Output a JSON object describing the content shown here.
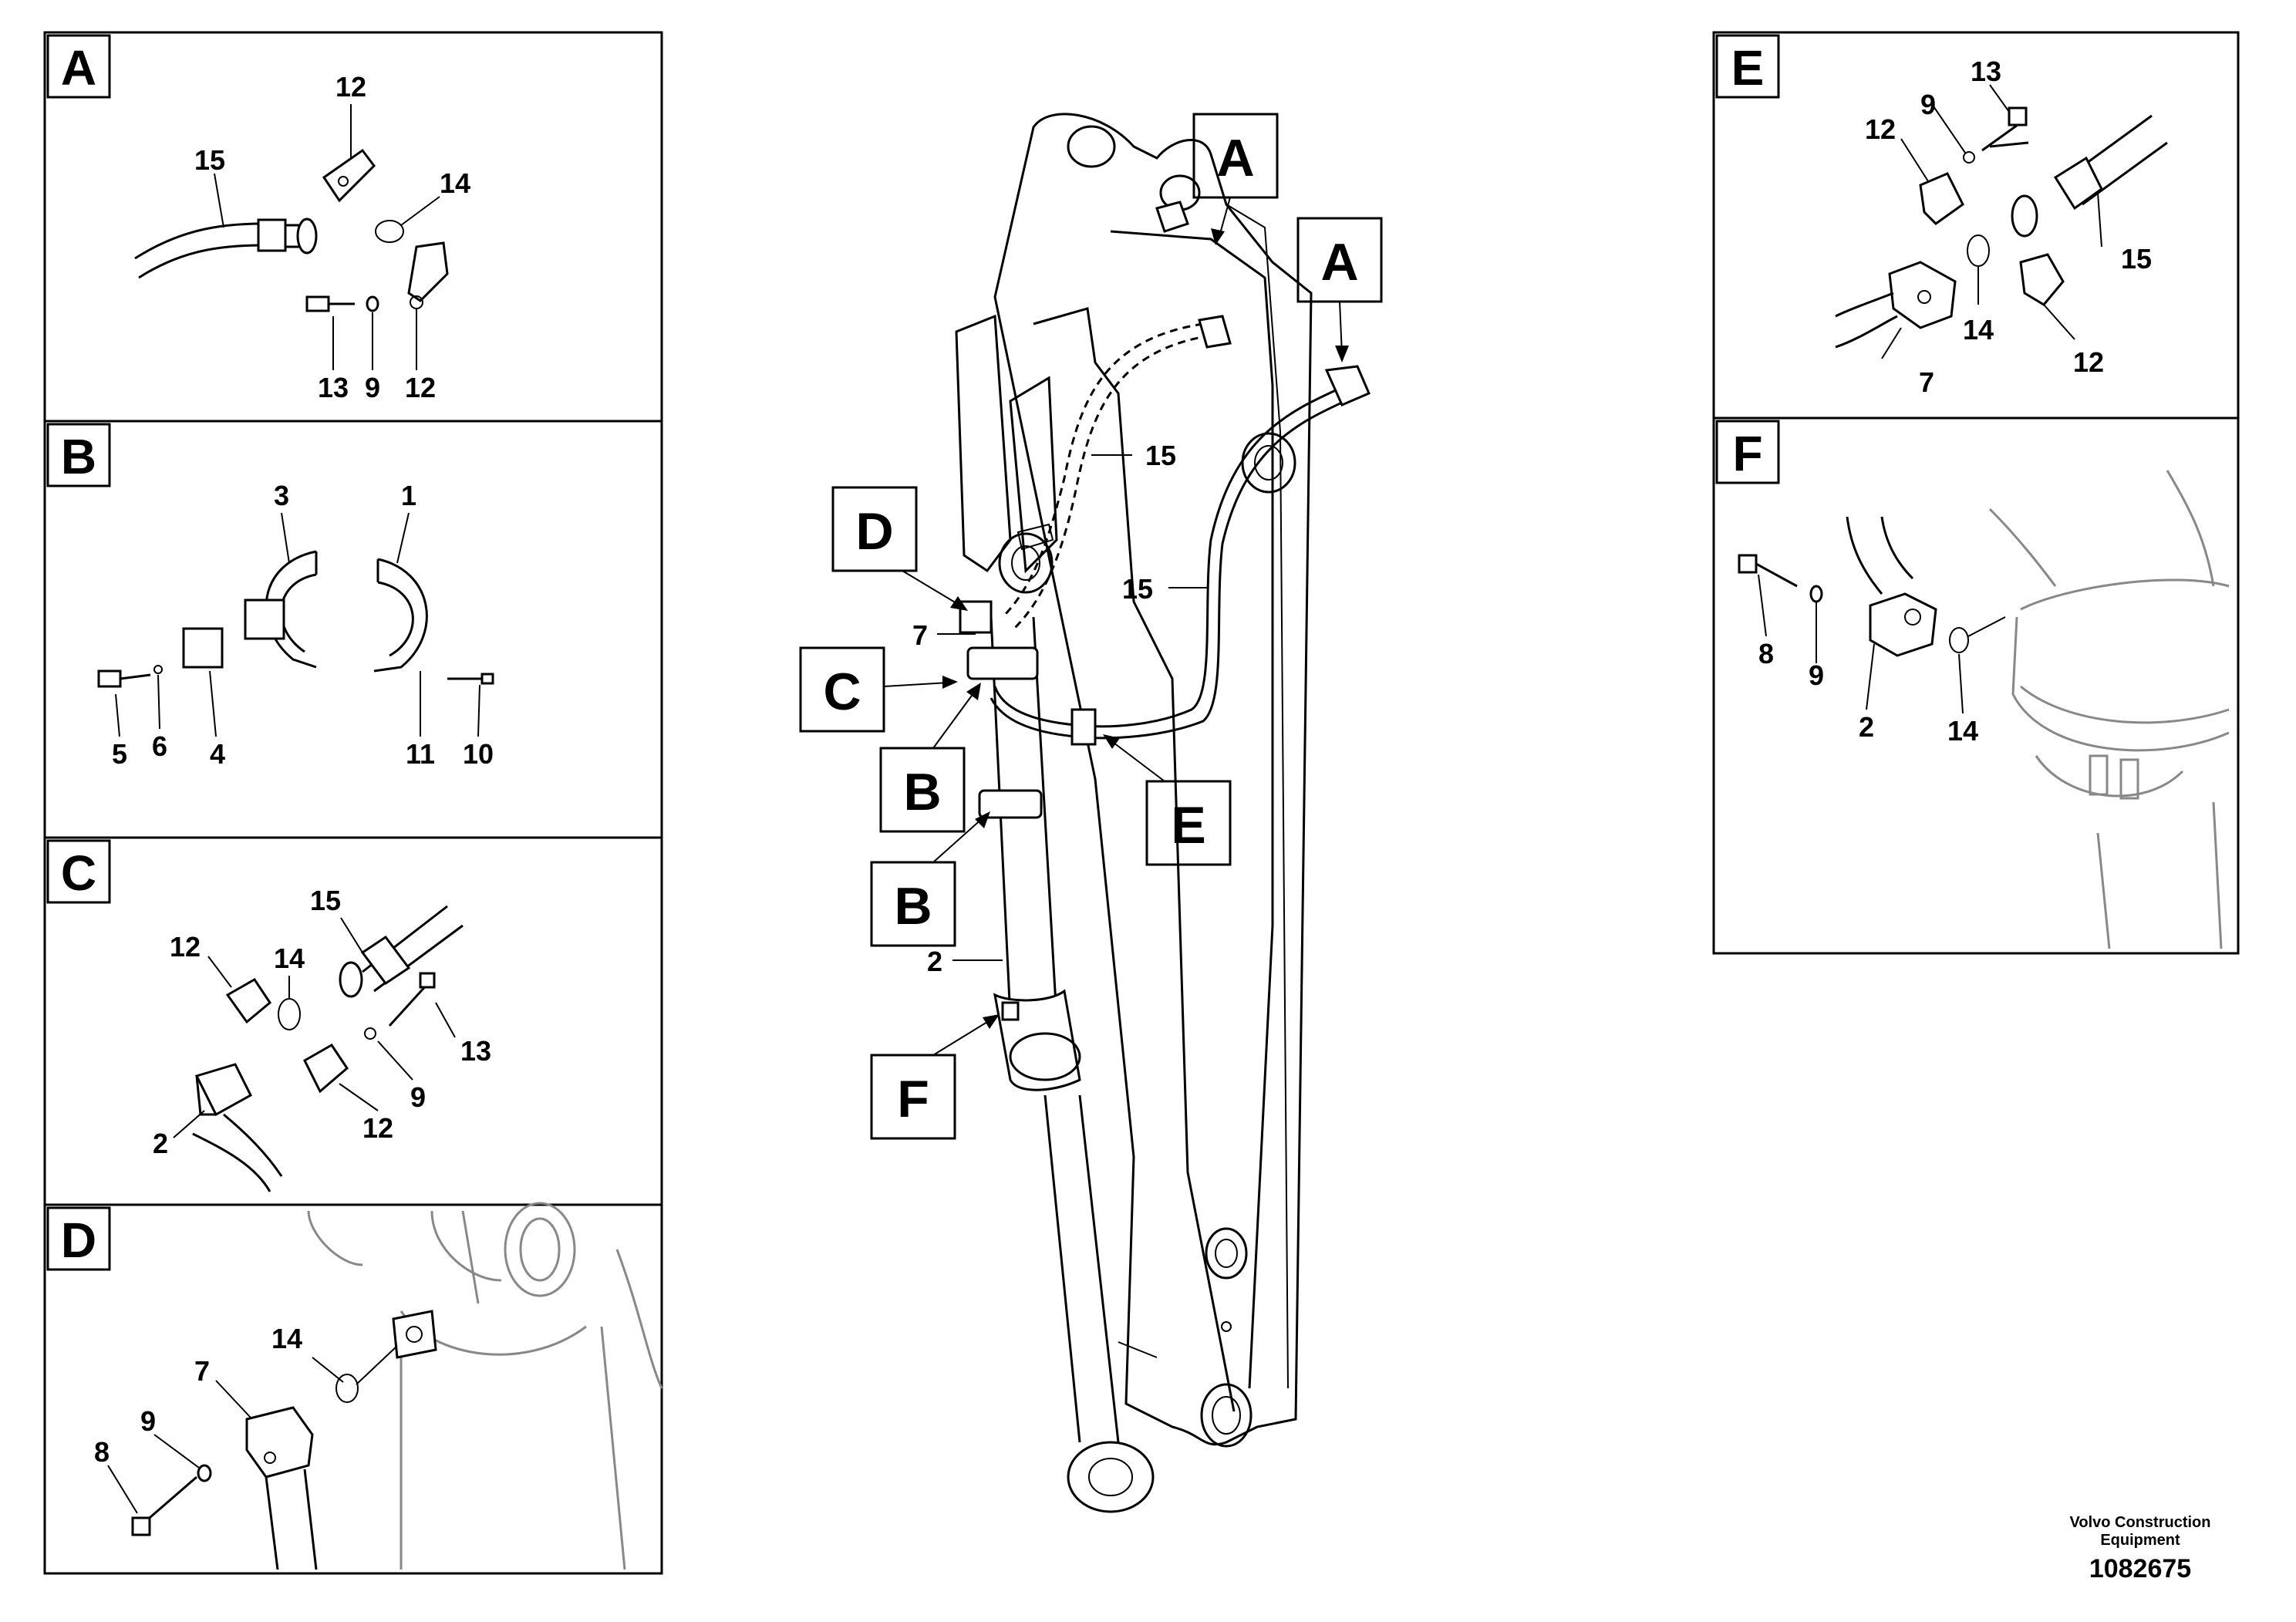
{
  "panels": {
    "A": {
      "letter": "A",
      "labels": [
        "12",
        "15",
        "14",
        "13",
        "9",
        "12"
      ]
    },
    "B": {
      "letter": "B",
      "labels": [
        "3",
        "1",
        "5",
        "6",
        "4",
        "11",
        "10"
      ]
    },
    "C": {
      "letter": "C",
      "labels": [
        "15",
        "12",
        "14",
        "13",
        "9",
        "12",
        "2"
      ]
    },
    "D": {
      "letter": "D",
      "labels": [
        "14",
        "7",
        "9",
        "8"
      ]
    },
    "E": {
      "letter": "E",
      "labels": [
        "13",
        "9",
        "12",
        "15",
        "14",
        "7",
        "12"
      ]
    },
    "F": {
      "letter": "F",
      "labels": [
        "8",
        "9",
        "2",
        "14"
      ]
    }
  },
  "main": {
    "refs": [
      "A",
      "A",
      "D",
      "C",
      "B",
      "B",
      "E",
      "F"
    ],
    "labels": [
      "15",
      "15",
      "7",
      "2"
    ]
  },
  "footer": {
    "company_line1": "Volvo Construction",
    "company_line2": "Equipment",
    "doc_number": "1082675"
  }
}
